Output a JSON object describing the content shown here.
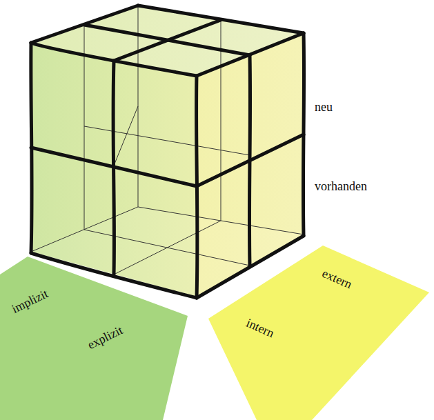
{
  "diagram": {
    "labels": [
      "neu",
      "vorhanden",
      "implizit",
      "explizit",
      "intern",
      "extern"
    ]
  }
}
